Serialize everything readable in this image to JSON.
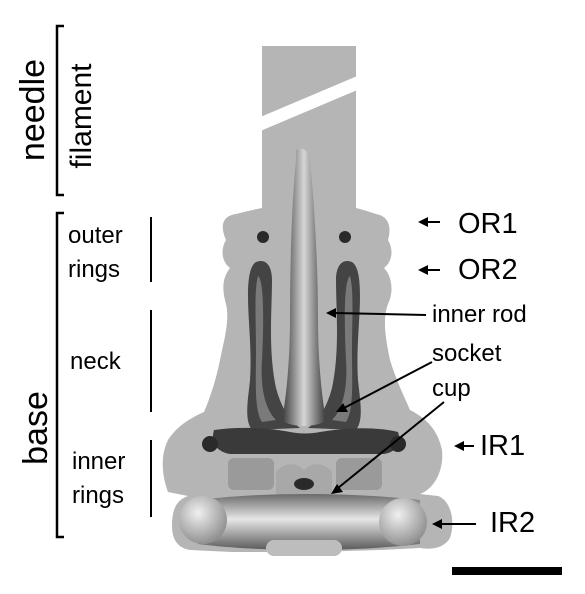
{
  "figure": {
    "brackets": {
      "needle": "needle",
      "filament": "filament",
      "base": "base"
    },
    "sections": {
      "outer_rings_line1": "outer",
      "outer_rings_line2": "rings",
      "neck": "neck",
      "inner_rings_line1": "inner",
      "inner_rings_line2": "rings"
    },
    "callouts": {
      "or1": "OR1",
      "or2": "OR2",
      "inner_rod": "inner rod",
      "socket": "socket",
      "cup": "cup",
      "ir1": "IR1",
      "ir2": "IR2"
    },
    "colors": {
      "density": "#b5b5b5",
      "density_light": "#d8d8d8",
      "cavity": "#4a4a4a",
      "cavity_deep": "#1e1e1e",
      "ink": "#000000"
    }
  }
}
